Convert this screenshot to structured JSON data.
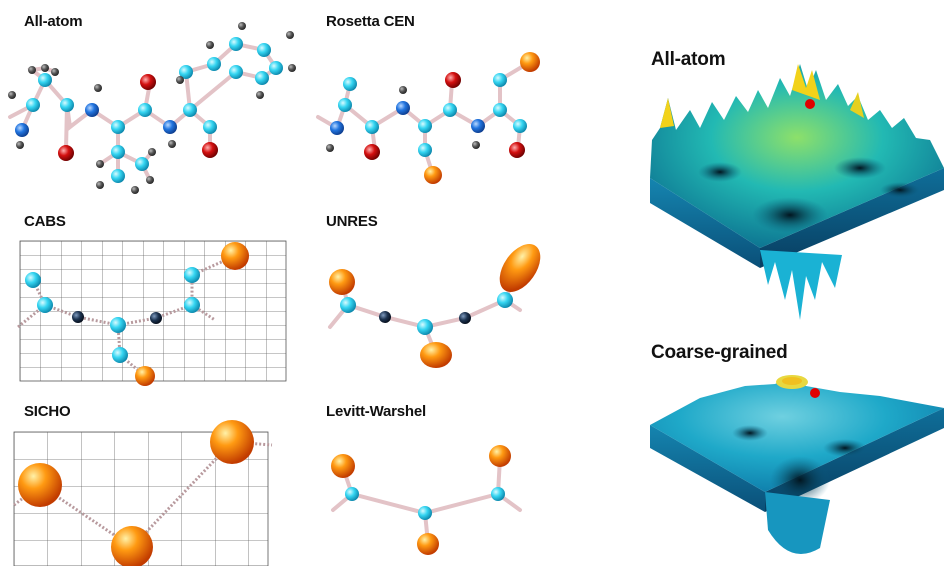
{
  "models": {
    "all_atom": "All-atom",
    "rosetta": "Rosetta  CEN",
    "cabs": "CABS",
    "unres": "UNRES",
    "sicho": "SICHO",
    "levitt": "Levitt-Warshel"
  },
  "landscapes": {
    "all_atom": "All-atom",
    "coarse": "Coarse-grained"
  },
  "colors": {
    "carbon": "#33d4f0",
    "nitrogen": "#1f6fe0",
    "oxygen": "#d40c0c",
    "hydrogen": "#555555",
    "sidechain": "#ff7a00",
    "virtual": "#1a2d45",
    "bond": "#e8c9cc",
    "grid": "#555555",
    "surface_top": "#0fb4c8",
    "surface_side": "#0a5f8a",
    "peak": "#f2d21a",
    "marker": "#e00000"
  }
}
